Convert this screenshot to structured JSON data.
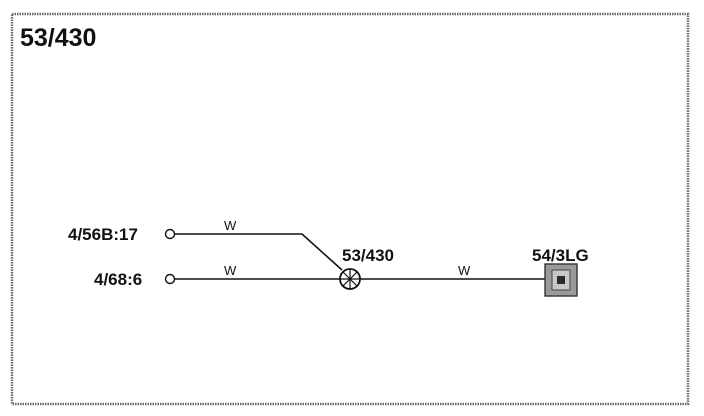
{
  "diagram": {
    "title": "53/430",
    "wire_color_code": "W",
    "terminals": [
      {
        "label": "4/56B:17",
        "wire_label": "W"
      },
      {
        "label": "4/68:6",
        "wire_label": "W"
      }
    ],
    "splice": {
      "label": "53/430"
    },
    "output_wire": {
      "label": "W"
    },
    "connector": {
      "label": "54/3LG"
    }
  }
}
